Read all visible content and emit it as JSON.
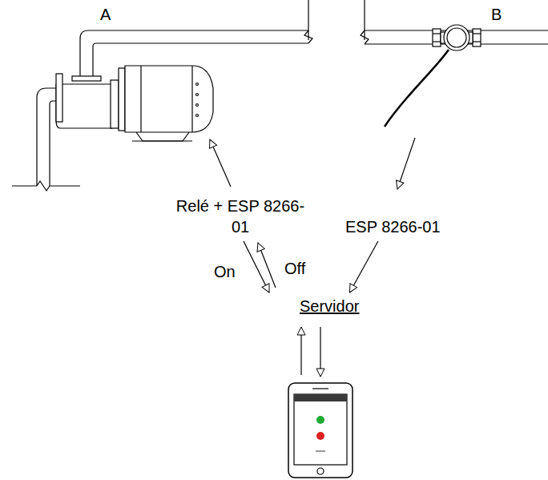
{
  "diagram": {
    "nodes": [
      {
        "text": [
          "Relé + ESP 8266-01"
        ]
      },
      {
        "text": [
          "ESP 8266-01"
        ]
      },
      {
        "text": [
          "Servidor"
        ]
      }
    ],
    "edges": [
      {
        "from": 0,
        "to": 2,
        "arrow": "to",
        "label": "On"
      },
      {
        "from": 2,
        "to": 0,
        "arrow": "to",
        "label": "Off"
      },
      {
        "from": 1,
        "to": 2,
        "arrow": "to"
      }
    ],
    "labels": [
      "A",
      "B"
    ]
  }
}
